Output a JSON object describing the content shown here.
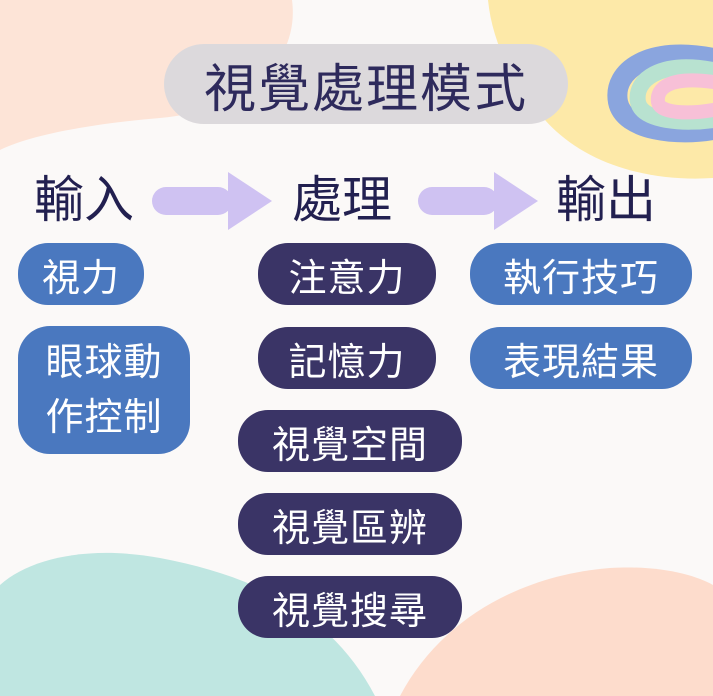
{
  "title": "視覺處理模式",
  "columns": {
    "input": {
      "heading": "輸入",
      "items": [
        "視力",
        "眼球動作控制"
      ]
    },
    "process": {
      "heading": "處理",
      "items": [
        "注意力",
        "記憶力",
        "視覺空間",
        "視覺區辨",
        "視覺搜尋"
      ]
    },
    "output": {
      "heading": "輸出",
      "items": [
        "執行技巧",
        "表現結果"
      ]
    }
  },
  "multiline": {
    "eye_line1": "眼球動",
    "eye_line2": "作控制"
  },
  "colors": {
    "title_pill": "#dcd9dc",
    "input_output_pill": "#4a78bf",
    "process_pill": "#3a3466",
    "arrow": "#cfc2f2",
    "heading_text": "#222050"
  }
}
